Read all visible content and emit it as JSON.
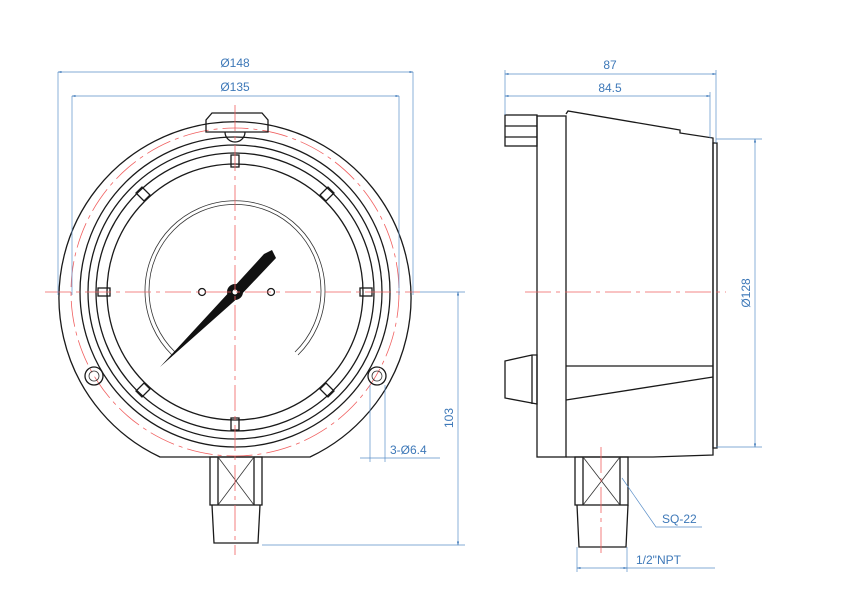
{
  "front_view": {
    "dimensions": {
      "outer_diameter": "Ø148",
      "bolt_circle_diameter": "Ø135",
      "height_to_thread": "103",
      "mounting_holes": "3-Ø6.4"
    }
  },
  "side_view": {
    "dimensions": {
      "total_depth": "87",
      "case_depth": "84.5",
      "window_diameter": "Ø128",
      "wrench_flat": "SQ-22",
      "thread": "1/2\"NPT"
    }
  },
  "colors": {
    "outline": "#1a1a1a",
    "centerline": "#f06060",
    "dimension": "#3d78b8"
  }
}
